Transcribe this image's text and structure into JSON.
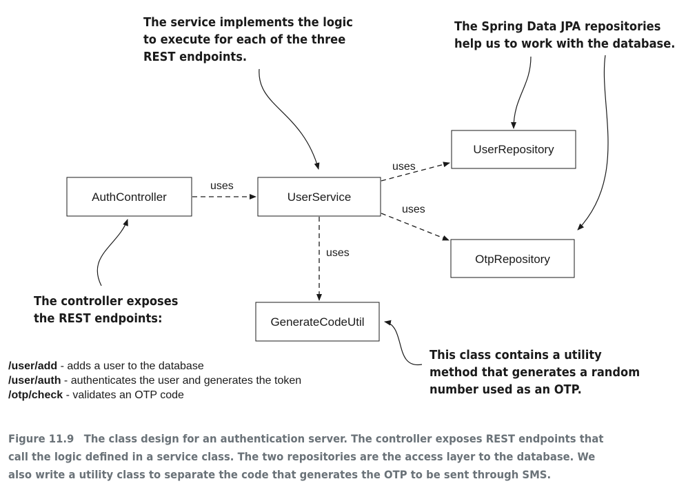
{
  "nodes": {
    "auth_controller": "AuthController",
    "user_service": "UserService",
    "user_repository": "UserRepository",
    "otp_repository": "OtpRepository",
    "generate_code_util": "GenerateCodeUtil"
  },
  "edges": {
    "controller_to_service": "uses",
    "service_to_user_repo": "uses",
    "service_to_otp_repo": "uses",
    "service_to_util": "uses"
  },
  "annotations": {
    "service": [
      "The service implements the logic",
      "to execute for each of the three",
      "REST endpoints."
    ],
    "repositories": [
      "The Spring Data JPA repositories",
      "help us to work with the database."
    ],
    "controller": [
      "The controller exposes",
      "the REST endpoints:"
    ],
    "utility": [
      "This class contains a utility",
      "method that generates a random",
      "number used as an OTP."
    ]
  },
  "endpoints": [
    {
      "path": "/user/add",
      "description": " - adds a user to the database"
    },
    {
      "path": "/user/auth",
      "description": " - authenticates the user and generates the token"
    },
    {
      "path": "/otp/check",
      "description": " - validates an OTP code"
    }
  ],
  "caption": {
    "figure_number": "Figure 11.9",
    "lines": [
      "The class design for an authentication server. The controller exposes REST endpoints that",
      "call the logic defined in a service class. The two repositories are the access layer to the database. We",
      "also write a utility class to separate the code that generates the OTP to be sent through SMS."
    ]
  },
  "colors": {
    "ink": "#1a1a1a",
    "caption": "#6a7278"
  }
}
